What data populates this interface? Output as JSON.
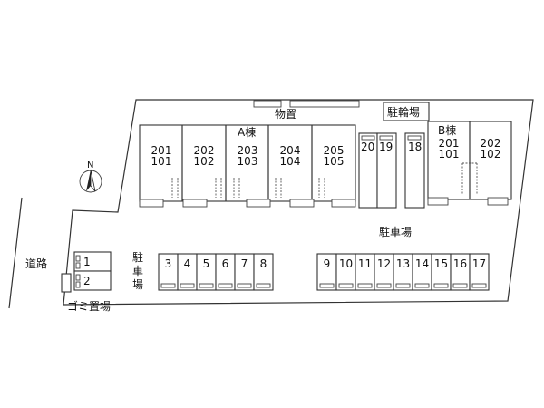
{
  "labels": {
    "storage": "物置",
    "bike_parking": "駐輪場",
    "building_a": "A棟",
    "building_b": "B棟",
    "parking_main": "駐車場",
    "parking_vertical": [
      "駐",
      "車",
      "場"
    ],
    "road": "道路",
    "garbage": "ゴミ置場",
    "north": "N"
  },
  "building_a_units": [
    {
      "upper": "201",
      "lower": "101"
    },
    {
      "upper": "202",
      "lower": "102"
    },
    {
      "upper": "203",
      "lower": "103"
    },
    {
      "upper": "204",
      "lower": "104"
    },
    {
      "upper": "205",
      "lower": "105"
    }
  ],
  "building_b_units": [
    {
      "upper": "201",
      "lower": "101"
    },
    {
      "upper": "202",
      "lower": "102"
    }
  ],
  "narrow_spaces": [
    "20",
    "19",
    "18"
  ],
  "left_spaces": [
    "1",
    "2"
  ],
  "row_spaces_left": [
    "3",
    "4",
    "5",
    "6",
    "7",
    "8"
  ],
  "row_spaces_right": [
    "9",
    "10",
    "11",
    "12",
    "13",
    "14",
    "15",
    "16",
    "17"
  ]
}
